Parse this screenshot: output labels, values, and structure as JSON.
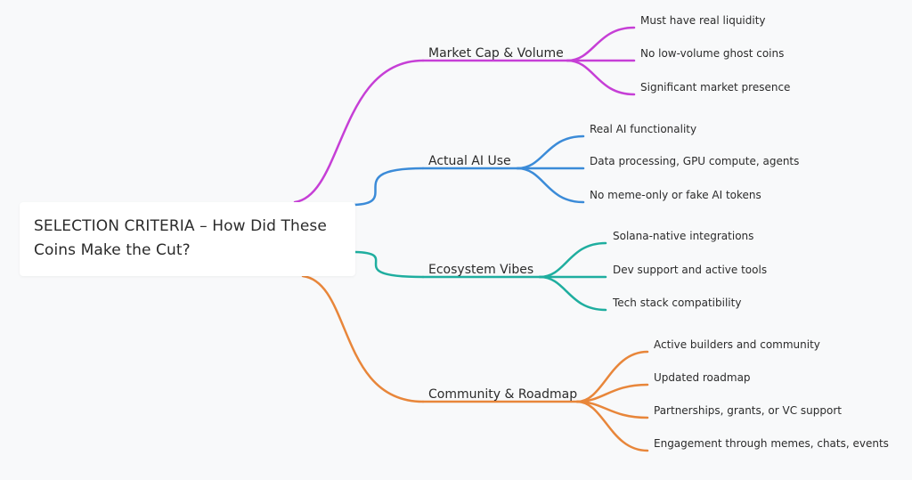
{
  "root": {
    "title_line1": "SELECTION CRITERIA – How Did These",
    "title_line2": "Coins Make the Cut?"
  },
  "branches": [
    {
      "label": "Market Cap & Volume",
      "color": "#c63fd6",
      "items": [
        "Must have real liquidity",
        "No low-volume ghost coins",
        "Significant market presence"
      ]
    },
    {
      "label": "Actual AI Use",
      "color": "#3b8bd8",
      "items": [
        "Real AI functionality",
        "Data processing, GPU compute, agents",
        "No meme-only or fake AI tokens"
      ]
    },
    {
      "label": "Ecosystem Vibes",
      "color": "#1fae9f",
      "items": [
        "Solana-native integrations",
        "Dev support and active tools",
        "Tech stack compatibility"
      ]
    },
    {
      "label": "Community & Roadmap",
      "color": "#e8863a",
      "items": [
        "Active builders and community",
        "Updated roadmap",
        "Partnerships, grants, or VC support",
        "Engagement through memes, chats, events"
      ]
    }
  ]
}
